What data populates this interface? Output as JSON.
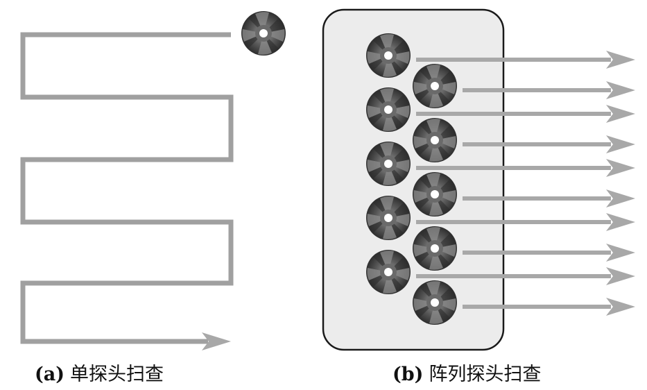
{
  "colors": {
    "path": "#a0a0a0",
    "arrow": "#a8a8a8",
    "panel_fill": "#ececec",
    "panel_border": "#1a1a1a",
    "probe_dark": "#3a3a3a",
    "probe_light": "#8a8a8a",
    "probe_hole": "#ffffff",
    "text": "#111111"
  },
  "panels": [
    {
      "id": "a",
      "tag": "(a)",
      "title": "单探头扫查",
      "probe_count": 1,
      "scan_passes": 6,
      "icon": "probe-coil-icon"
    },
    {
      "id": "b",
      "tag": "(b)",
      "title": "阵列探头扫查",
      "probe_count": 10,
      "probe_columns": 2,
      "scan_arrows": 10,
      "icon": "probe-coil-icon"
    }
  ]
}
